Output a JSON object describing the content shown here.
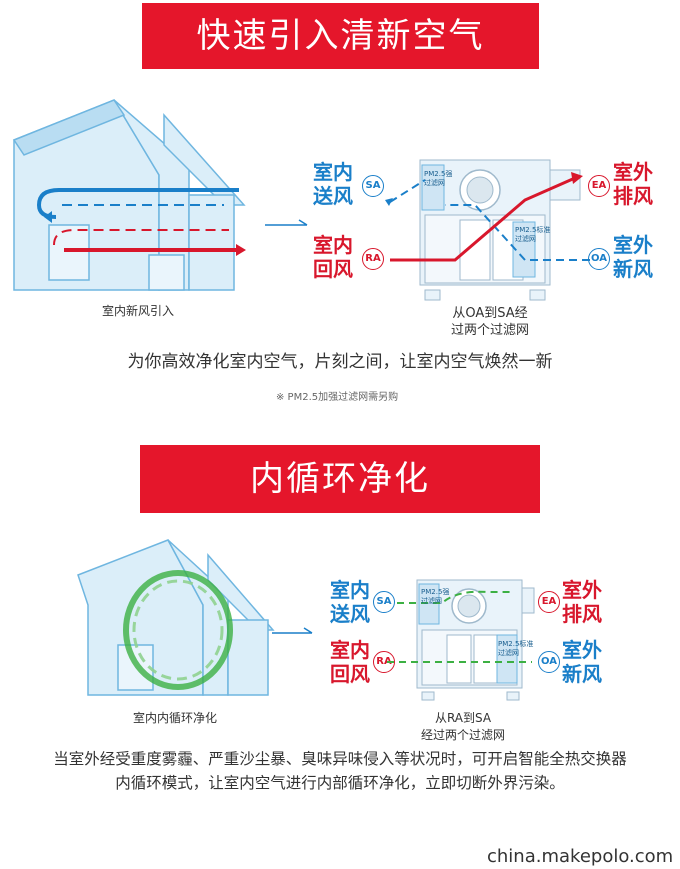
{
  "section1": {
    "title": "快速引入清新空气",
    "house_caption": "室内新风引入",
    "labels": {
      "sa": "室内\n送风",
      "ra": "室内\n回风",
      "ea": "室外\n排风",
      "oa": "室外\n新风"
    },
    "codes": {
      "sa": "SA",
      "ra": "RA",
      "ea": "EA",
      "oa": "OA"
    },
    "filter_top": "PM2.5强\n过滤网",
    "filter_bottom": "PM2.5标准\n过滤网",
    "path_caption": "从OA到SA经\n过两个过滤网",
    "description": "为你高效净化室内空气，片刻之间，让室内空气焕然一新",
    "note": "※ PM2.5加强过滤网需另购"
  },
  "section2": {
    "title": "内循环净化",
    "house_caption": "室内内循环净化",
    "labels": {
      "sa": "室内\n送风",
      "ra": "室内\n回风",
      "ea": "室外\n排风",
      "oa": "室外\n新风"
    },
    "codes": {
      "sa": "SA",
      "ra": "RA",
      "ea": "EA",
      "oa": "OA"
    },
    "filter_top": "PM2.5强\n过滤网",
    "filter_bottom": "PM2.5标准\n过滤网",
    "path_caption": "从RA到SA\n经过两个过滤网",
    "description_line1": "当室外经受重度雾霾、严重沙尘暴、臭味异味侵入等状况时，可开启智能全热交换器",
    "description_line2": "内循环模式，让室内空气进行内部循环净化，立即切断外界污染。"
  },
  "watermark": "china.makepolo.com",
  "colors": {
    "accent_red": "#e5162b",
    "label_blue": "#1a7fc9",
    "label_red": "#d8172c",
    "green": "#3cb043"
  }
}
